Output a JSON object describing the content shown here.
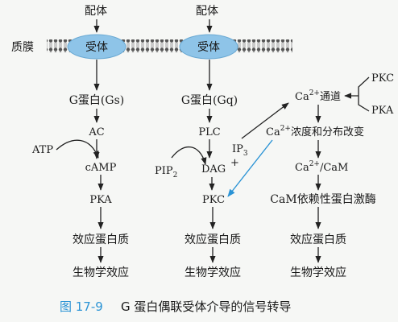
{
  "membrane_label": "质膜",
  "ligand_left": "配体",
  "ligand_right": "配体",
  "receptor_left": "受体",
  "receptor_right": "受体",
  "gs_protein": "G蛋白(Gs)",
  "gq_protein": "G蛋白(Gq)",
  "ac": "AC",
  "atp": "ATP",
  "camp": "cAMP",
  "pka_left": "PKA",
  "effector_1": "效应蛋白质",
  "bio_effect_1": "生物学效应",
  "plc": "PLC",
  "pip2": "PIP",
  "pip2_sub": "2",
  "dag": "DAG",
  "plus": "+",
  "ip3": "IP",
  "ip3_sub": "3",
  "pkc_mid": "PKC",
  "effector_2": "效应蛋白质",
  "bio_effect_2": "生物学效应",
  "ca_channel_pre": "Ca",
  "ca_channel_sup": "2+",
  "ca_channel_post": "通道",
  "ca_conc_pre": "Ca",
  "ca_conc_sup": "2+",
  "ca_conc_post": "浓度和分布改变",
  "ca_cam_pre": "Ca",
  "ca_cam_sup": "2+",
  "ca_cam_post": "/CaM",
  "cam_kinase": "CaM依赖性蛋白激酶",
  "effector_3": "效应蛋白质",
  "bio_effect_3": "生物学效应",
  "pkc_right": "PKC",
  "pka_right": "PKA",
  "caption_num": "图 17-9",
  "caption_text": "G 蛋白偶联受体介导的信号转导",
  "colors": {
    "receptor": "#8ec4e8",
    "caption_accent": "#2a93d5",
    "blue_arrow": "#2a93d5"
  }
}
